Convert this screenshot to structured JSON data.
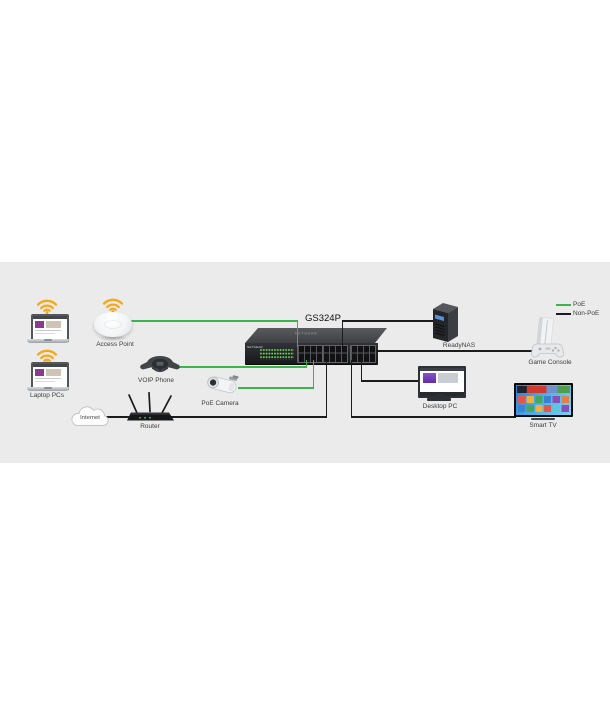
{
  "title": "GS324P",
  "switch": {
    "model": "GS324P",
    "brand": "NETGEAR"
  },
  "legend": {
    "poe_label": "PoE",
    "non_poe_label": "Non-PoE"
  },
  "labels": {
    "laptops": "Laptop PCs",
    "access_point": "Access Point",
    "voip_phone": "VOIP Phone",
    "poe_camera": "PoE Camera",
    "router": "Router",
    "internet": "Internet",
    "readynas": "ReadyNAS",
    "game_console": "Game Console",
    "desktop_pc": "Desktop PC",
    "smart_tv": "Smart TV"
  },
  "colors": {
    "poe_line": "#3cb44a",
    "non_poe_line": "#1c1c1e",
    "band_background": "#ebebeb",
    "wifi_orange": "#f5a81c"
  },
  "connections": [
    {
      "from": "Access Point",
      "to": "GS324P",
      "type": "PoE"
    },
    {
      "from": "VOIP Phone",
      "to": "GS324P",
      "type": "PoE"
    },
    {
      "from": "PoE Camera",
      "to": "GS324P",
      "type": "PoE"
    },
    {
      "from": "ReadyNAS",
      "to": "GS324P",
      "type": "Non-PoE"
    },
    {
      "from": "Game Console",
      "to": "GS324P",
      "type": "Non-PoE"
    },
    {
      "from": "Desktop PC",
      "to": "GS324P",
      "type": "Non-PoE"
    },
    {
      "from": "Smart TV",
      "to": "GS324P",
      "type": "Non-PoE"
    },
    {
      "from": "Internet / Router",
      "to": "GS324P",
      "type": "Non-PoE"
    },
    {
      "from": "Laptop PCs",
      "to": "Access Point",
      "type": "wireless"
    }
  ]
}
